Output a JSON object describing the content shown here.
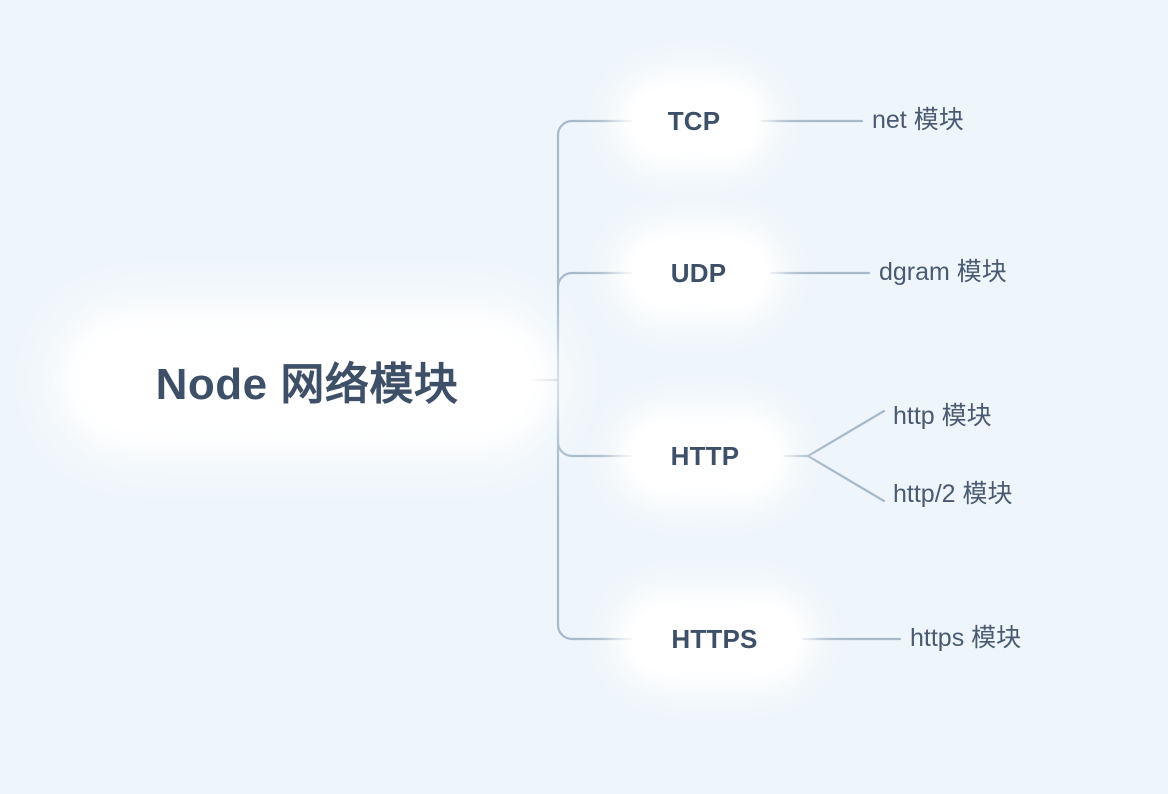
{
  "diagram": {
    "type": "mindmap",
    "title": "Node 网络模块",
    "background_color": "#eff6fb",
    "node_fill_color": "#ffffff",
    "node_text_color": "#3d5068",
    "leaf_text_color": "#4a5a72",
    "connector_color": "#a6bacb",
    "root": {
      "label": "Node 网络模块"
    },
    "branches": [
      {
        "label": "TCP",
        "leaves": [
          {
            "label": "net 模块"
          }
        ]
      },
      {
        "label": "UDP",
        "leaves": [
          {
            "label": "dgram 模块"
          }
        ]
      },
      {
        "label": "HTTP",
        "leaves": [
          {
            "label": "http 模块"
          },
          {
            "label": "http/2 模块"
          }
        ]
      },
      {
        "label": "HTTPS",
        "leaves": [
          {
            "label": "https 模块"
          }
        ]
      }
    ]
  }
}
